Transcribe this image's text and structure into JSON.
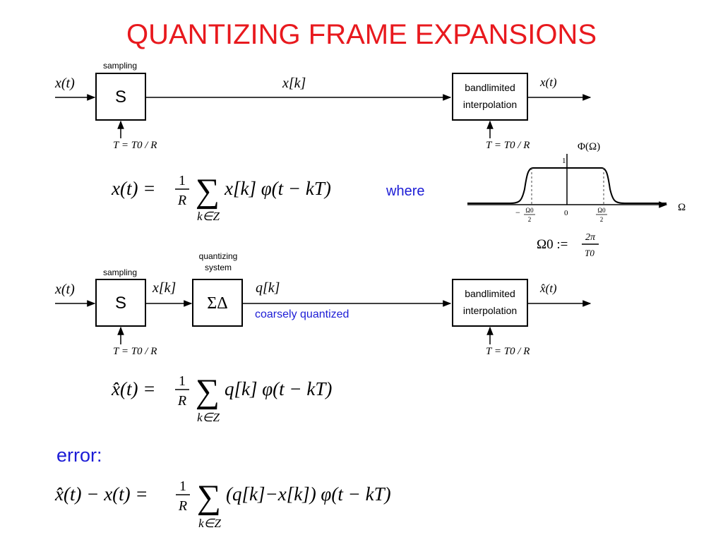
{
  "title": "QUANTIZING FRAME EXPANSIONS",
  "top_system": {
    "sampling_label": "sampling",
    "sampler_label": "S",
    "input_label": "x(t)",
    "signal_label": "x[k]",
    "interp_line1": "bandlimited",
    "interp_line2": "interpolation",
    "output_label": "x(t)",
    "rate_left": "T = T0 / R",
    "rate_right": "T = T0 / R"
  },
  "reconstruction_eq": {
    "lhs": "x(t) =",
    "fraction_num": "1",
    "fraction_den": "R",
    "sum_symbol": "∑",
    "sum_index": "k∈Z",
    "body": "x[k] φ(t − kT)",
    "where": "where"
  },
  "spectrum": {
    "function_label": "Φ(Ω)",
    "axis_label": "Ω",
    "one_label": "1",
    "zero_label": "0",
    "left_tick_minus": "−",
    "left_tick_num": "Ω0",
    "left_tick_den": "2",
    "right_tick_num": "Ω0",
    "right_tick_den": "2",
    "definition_lhs": "Ω0 :=",
    "definition_num": "2π",
    "definition_den": "T0"
  },
  "bottom_system": {
    "quantizer_caption_line1": "quantizing",
    "quantizer_caption_line2": "system",
    "sampling_label": "sampling",
    "sampler_label": "S",
    "quantizer_label": "ΣΔ",
    "input_label": "x(t)",
    "signal_label": "x[k]",
    "quantized_label": "q[k]",
    "coarse_label": "coarsely quantized",
    "interp_line1": "bandlimited",
    "interp_line2": "interpolation",
    "output_label": "x̂(t)",
    "rate_left": "T = T0 / R",
    "rate_right": "T = T0 / R"
  },
  "quantized_eq": {
    "lhs": "x̂(t) =",
    "fraction_num": "1",
    "fraction_den": "R",
    "sum_symbol": "∑",
    "sum_index": "k∈Z",
    "body": "q[k] φ(t − kT)"
  },
  "error_eq": {
    "heading": "error:",
    "lhs": "x̂(t) − x(t) =",
    "fraction_num": "1",
    "fraction_den": "R",
    "sum_symbol": "∑",
    "sum_index": "k∈Z",
    "body": "(q[k]−x[k]) φ(t − kT)"
  },
  "colors": {
    "title": "#e8191e",
    "accent_blue": "#1c1cd6"
  }
}
